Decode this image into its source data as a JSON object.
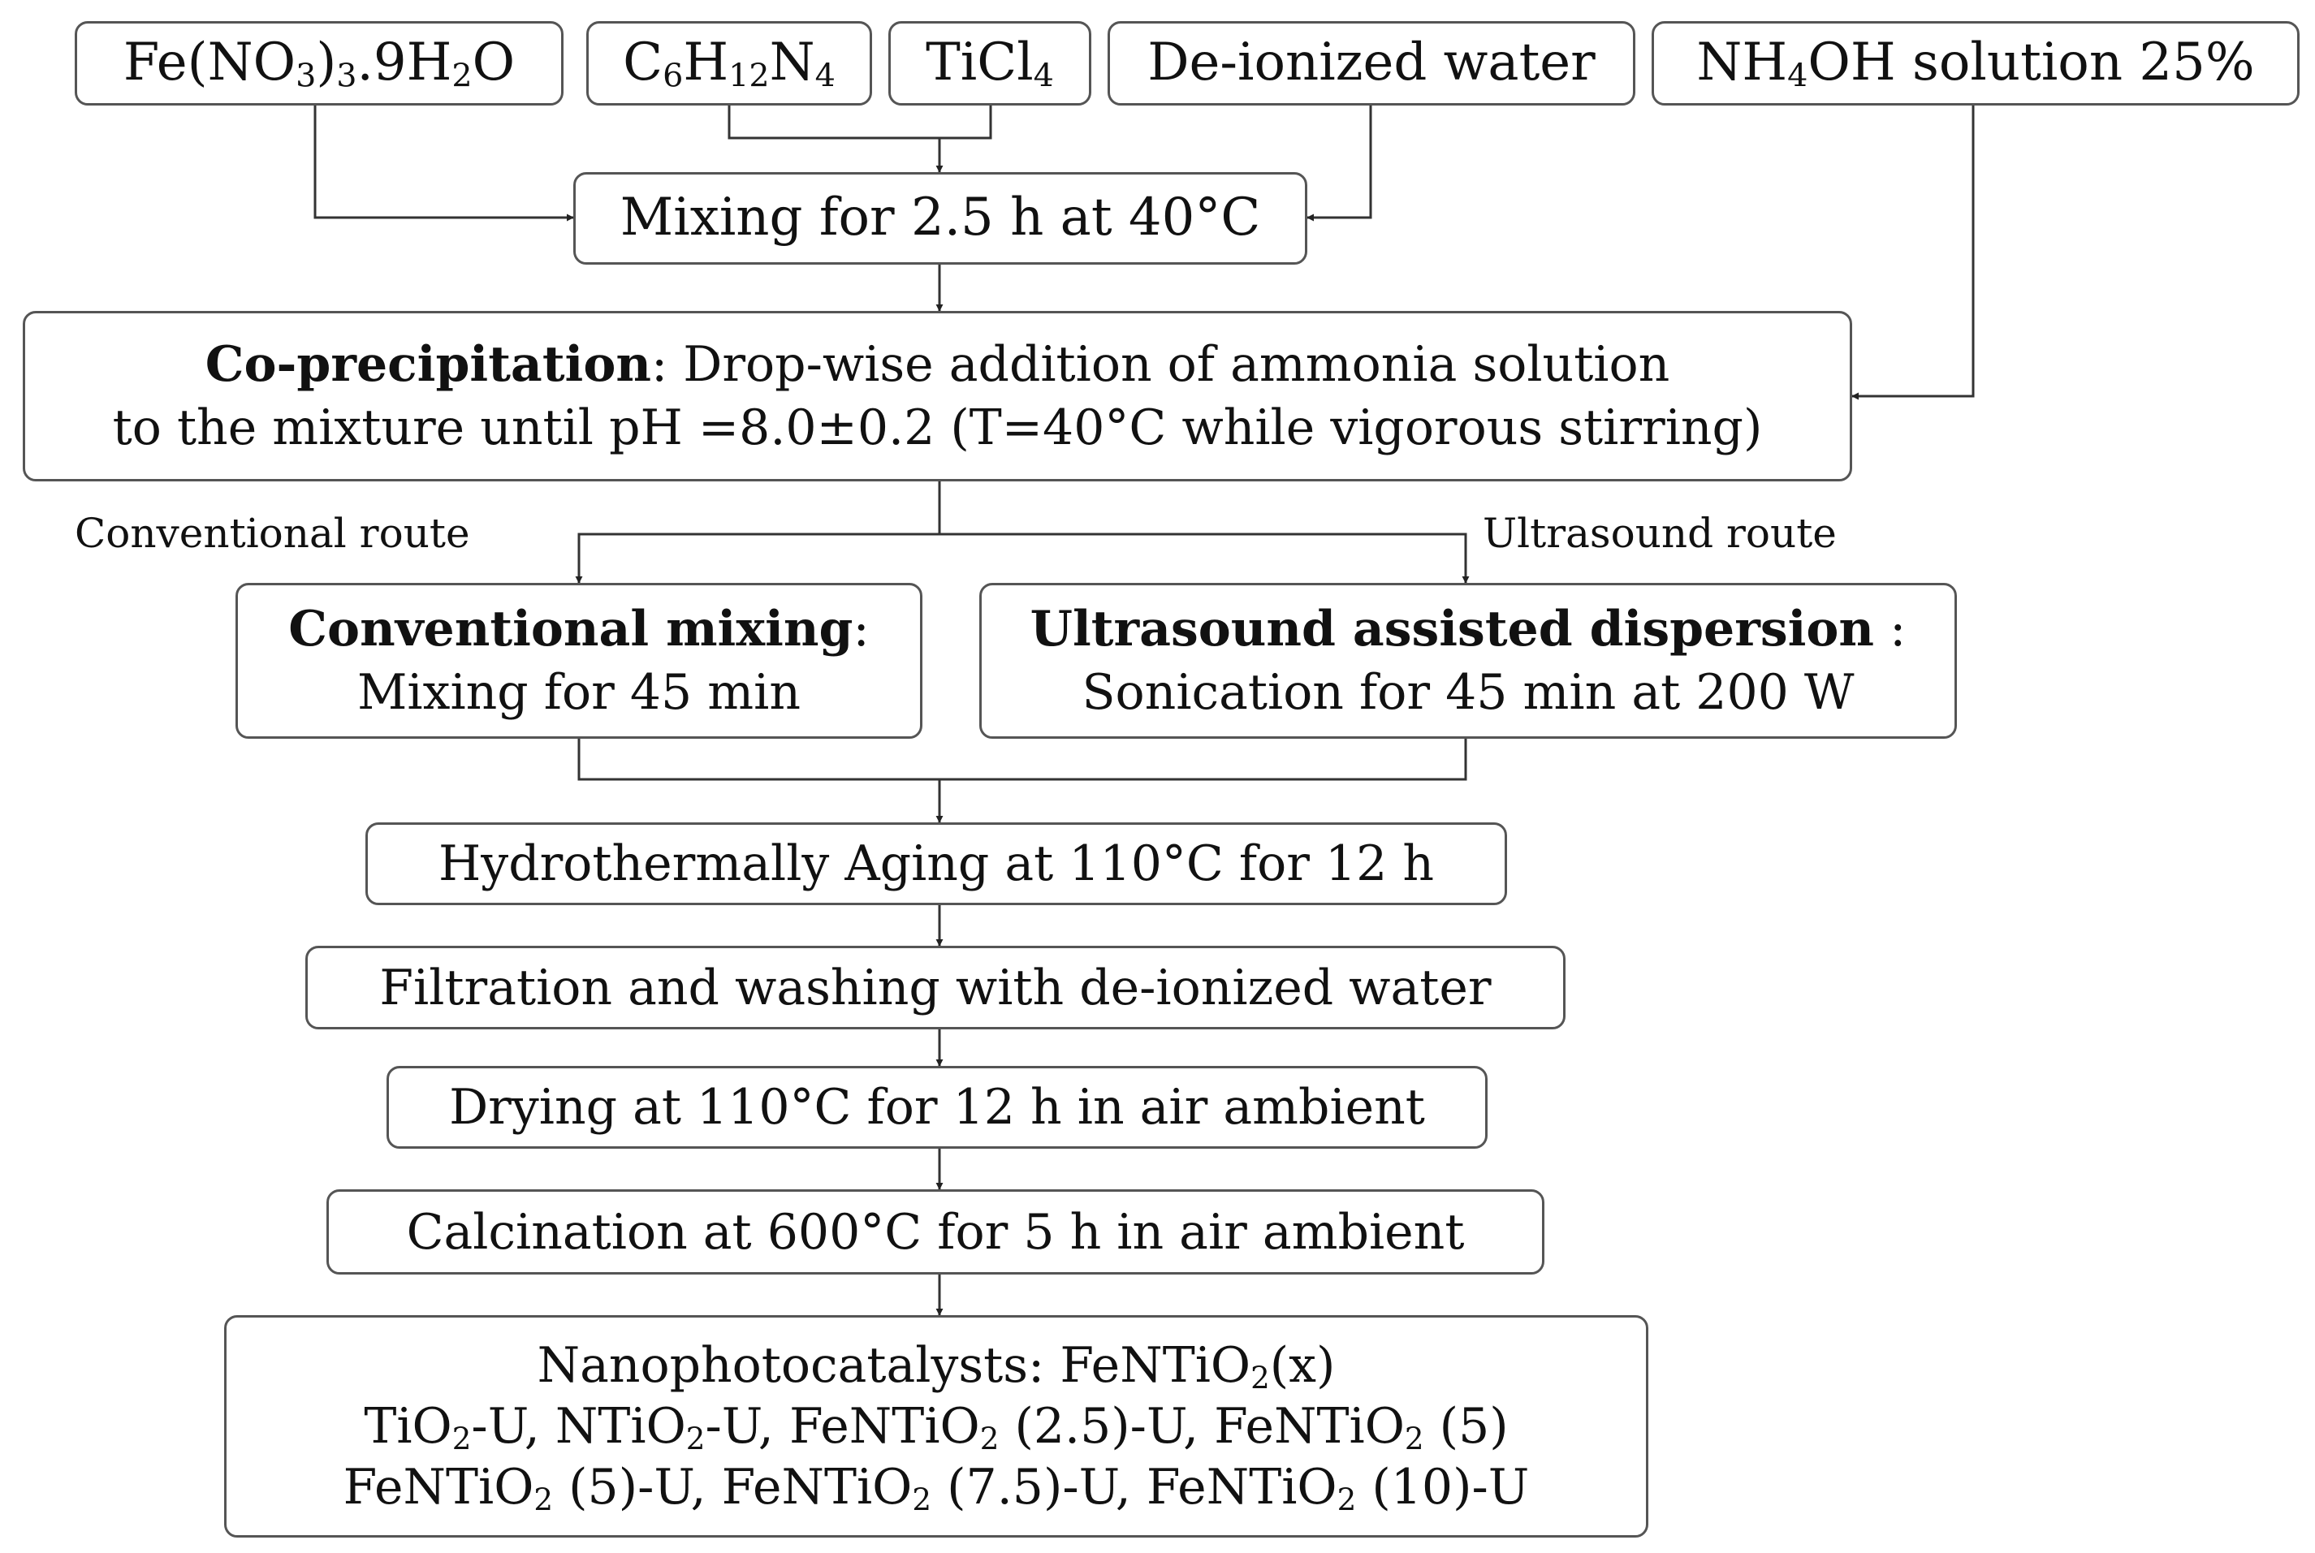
{
  "inputs": {
    "fe_nitrate": {
      "a": "Fe(NO",
      "b": "3",
      "c": ")",
      "d": "3",
      "e": ".9H",
      "f": "2",
      "g": "O"
    },
    "hmta": {
      "a": "C",
      "b": "6",
      "c": "H",
      "d": "12",
      "e": "N",
      "f": "4"
    },
    "ticl4": {
      "a": "TiCl",
      "b": "4"
    },
    "water": "De-ionized water",
    "nh4oh": {
      "a": "NH",
      "b": "4",
      "c": "OH solution 25%"
    }
  },
  "mixing": "Mixing for 2.5 h at 40°C",
  "coprecip": {
    "bold": "Co-precipitation",
    "rest1": ": Drop-wise addition of ammonia solution",
    "line2": "to the mixture until pH =8.0±0.2 (T=40°C while vigorous stirring)"
  },
  "routes": {
    "conventional": "Conventional route",
    "ultrasound": "Ultrasound route"
  },
  "conventional_box": {
    "title": "Conventional mixing",
    "colon": ":",
    "body": "Mixing for 45 min"
  },
  "ultrasound_box": {
    "title": "Ultrasound assisted dispersion",
    "colon": " :",
    "body": "Sonication for 45 min at 200 W"
  },
  "aging": "Hydrothermally Aging at 110°C for 12 h",
  "filtration": "Filtration and washing with de-ionized water",
  "drying": "Drying at 110°C for 12 h in air ambient",
  "calcination": "Calcination at 600°C for 5 h in air ambient",
  "products": {
    "l1a": "Nanophotocatalysts: FeNTiO",
    "l1s": "2",
    "l1b": "(x)",
    "l2a": "TiO",
    "l2s1": "2",
    "l2b": "-U, NTiO",
    "l2s2": "2",
    "l2c": "-U, FeNTiO",
    "l2s3": "2",
    "l2d": " (2.5)-U, FeNTiO",
    "l2s4": "2",
    "l2e": " (5)",
    "l3a": "FeNTiO",
    "l3s1": "2",
    "l3b": " (5)-U, FeNTiO",
    "l3s2": "2",
    "l3c": " (7.5)-U, FeNTiO",
    "l3s3": "2",
    "l3d": " (10)-U"
  }
}
